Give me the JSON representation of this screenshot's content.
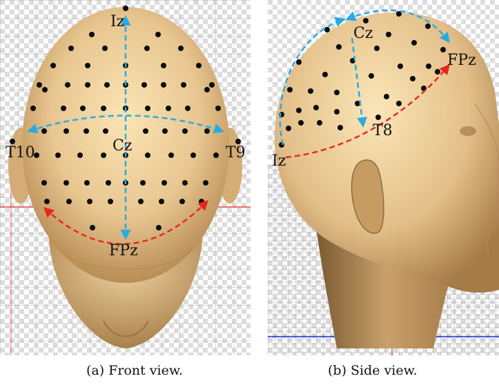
{
  "figure": {
    "front": {
      "caption": "(a) Front view.",
      "labels": {
        "top": "Iz",
        "center": "Cz",
        "left": "T10",
        "right": "T9",
        "bottom": "FPz"
      }
    },
    "side": {
      "caption": "(b) Side view.",
      "labels": {
        "top": "Cz",
        "front": "FPz",
        "middle": "T8",
        "back": "Iz"
      }
    },
    "colors": {
      "arrow_blue": "#29abe2",
      "arrow_red": "#e8271c",
      "skin": "#e3c08c",
      "electrode": "#0b0b0b",
      "checker_light": "#ffffff",
      "checker_dark": "#dcdcdc"
    }
  }
}
